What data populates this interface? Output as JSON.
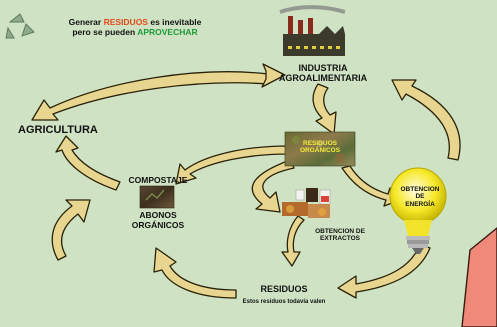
{
  "header": {
    "part1": "Generar ",
    "residuos": "RESIDUOS",
    "part2": " es inevitable",
    "part3": "pero se pueden ",
    "aprovechar": "APROVECHAR"
  },
  "nodes": {
    "industria_line1": "INDUSTRIA",
    "industria_line2": "AGROALIMENTARIA",
    "agricultura": "AGRICULTURA",
    "compostaje": "COMPOSTAJE",
    "abonos_line1": "ABONOS",
    "abonos_line2": "ORGÁNICOS",
    "residuos_organicos_line1": "RESIDUOS",
    "residuos_organicos_line2": "ORGÁNICOS",
    "energia_line1": "OBTENCION",
    "energia_line2": "DE",
    "energia_line3": "ENERGÍA",
    "extractos_line1": "OBTENCION DE",
    "extractos_line2": "EXTRACTOS",
    "residuos": "RESIDUOS",
    "residuos_sub": "Estos residuos todavía valen"
  },
  "colors": {
    "background": "#cfe3c4",
    "arrow_fill": "#e8d690",
    "arrow_stroke": "#2a2208",
    "accent_red": "#e34b1a",
    "accent_green": "#1e9a3a",
    "bulb": "#f6e92a"
  },
  "icons": {
    "recycle": "recycle-icon",
    "factory": "factory-icon",
    "compost": "compost-photo",
    "organic_waste": "organic-waste-photo",
    "extracts": "extracts-photo",
    "bulb": "light-bulb-icon"
  }
}
